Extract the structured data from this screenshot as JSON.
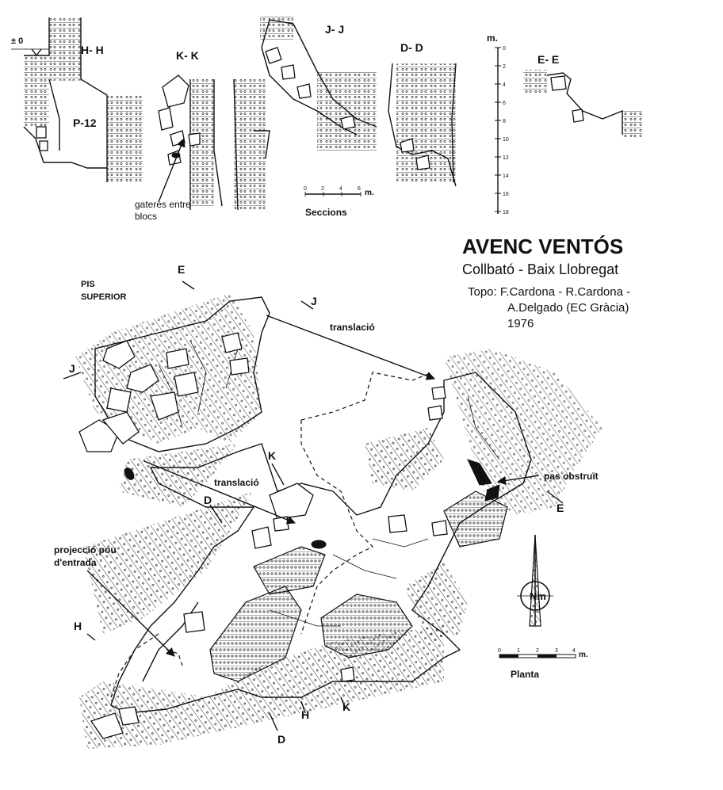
{
  "title": {
    "name": "AVENC VENTÓS",
    "place": "Collbató - Baix Llobregat",
    "topo_line1": "Topo: F.Cardona - R.Cardona -",
    "topo_line2": "A.Delgado   (EC Gràcia)",
    "year": "1976"
  },
  "sections": {
    "zero_mark": "± 0",
    "labels": {
      "hh": "H- H",
      "p12": "P-12",
      "kk": "K- K",
      "jj": "J- J",
      "dd": "D- D",
      "ee": "E- E"
    },
    "note_line1": "gateres entre",
    "note_line2": "blocs",
    "scale": {
      "ticks": [
        "0",
        "2",
        "4",
        "6"
      ],
      "unit": "m.",
      "caption": "Seccions"
    },
    "depth_ruler": {
      "unit": "m.",
      "ticks": [
        "0",
        "2",
        "4",
        "6",
        "8",
        "10",
        "12",
        "14",
        "16",
        "18"
      ]
    }
  },
  "plan": {
    "upper_level_line1": "PIS",
    "upper_level_line2": "SUPERIOR",
    "translation_label_1": "translació",
    "translation_label_2": "translació",
    "blocked_passage": "pas obstruït",
    "entrance_line1": "projecció pou",
    "entrance_line2": "d'entrada",
    "section_markers": {
      "e_top": "E",
      "e_right": "E",
      "j_top": "J",
      "j_left": "J",
      "k_top": "K",
      "k_bottom": "K",
      "d_top": "D",
      "d_bottom": "D",
      "h_left": "H",
      "h_bottom": "H"
    },
    "north_label": "Nm",
    "scale": {
      "ticks": [
        "0",
        "1",
        "2",
        "3",
        "4"
      ],
      "unit": "m.",
      "caption": "Planta"
    }
  }
}
